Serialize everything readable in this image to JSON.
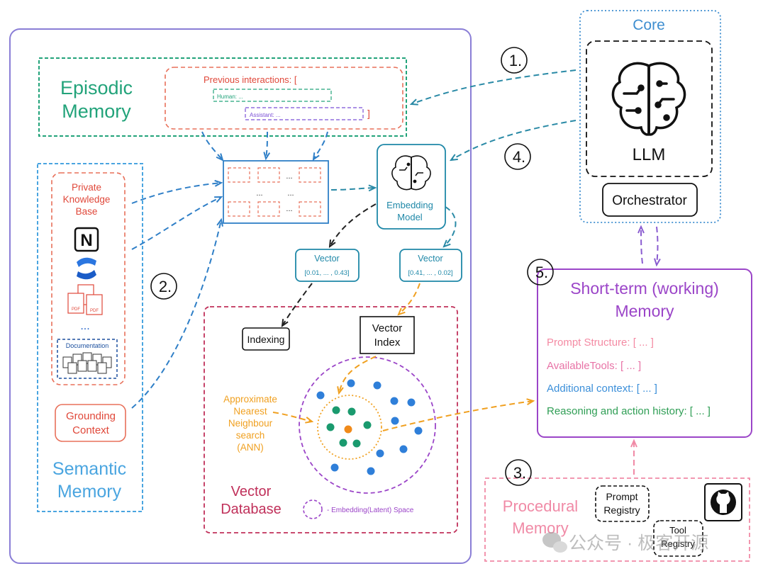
{
  "core": {
    "title": "Core",
    "llm_label": "LLM",
    "orchestrator_label": "Orchestrator"
  },
  "steps": [
    "1.",
    "2.",
    "3.",
    "4.",
    "5."
  ],
  "episodic": {
    "title_line1": "Episodic",
    "title_line2": "Memory",
    "prev_label": "Previous interactions: [",
    "human_label": "Human: ...",
    "assistant_label": "Assistant: ...",
    "close_bracket": "]"
  },
  "semantic": {
    "title_line1": "Semantic",
    "title_line2": "Memory",
    "private_kb_lines": [
      "Private",
      "Knowledge",
      "Base"
    ],
    "ellipsis": "...",
    "documentation_label": "Documentation",
    "grounding_lines": [
      "Grounding",
      "Context"
    ],
    "pdf_label": "PDF",
    "notion_glyph": "N"
  },
  "chunks": {
    "dots": "..."
  },
  "embedding": {
    "lines": [
      "Embedding",
      "Model"
    ]
  },
  "vectors": {
    "left": {
      "title": "Vector",
      "value": "[0.01, ... , 0.43]"
    },
    "right": {
      "title": "Vector",
      "value": "[0.41, ... , 0.02]"
    }
  },
  "vector_db": {
    "indexing_label": "Indexing",
    "vector_index_lines": [
      "Vector",
      "Index"
    ],
    "ann_lines": [
      "Approximate",
      "Nearest",
      "Neighbour",
      "search",
      "(ANN)"
    ],
    "title_line1": "Vector",
    "title_line2": "Database",
    "legend_label": "- Embedding(Latent) Space"
  },
  "short_term": {
    "title_line1": "Short-term (working)",
    "title_line2": "Memory",
    "items": [
      {
        "label": "Prompt Structure: [ ... ]",
        "color": "#f48aa3"
      },
      {
        "label": "AvailableTools: [ ... ]",
        "color": "#e873a6"
      },
      {
        "label": "Additional context: [ ... ]",
        "color": "#3b8fd9"
      },
      {
        "label": "Reasoning and action history: [ ... ]",
        "color": "#2f9e55"
      }
    ]
  },
  "procedural": {
    "title_line1": "Procedural",
    "title_line2": "Memory",
    "prompt_registry_lines": [
      "Prompt",
      "Registry"
    ],
    "tool_registry_lines": [
      "Tool",
      "Registry"
    ]
  },
  "watermark": {
    "text": "公众号 · 极客开源"
  },
  "colors": {
    "main_frame": "#8a7ed6",
    "episodic": "#22a37a",
    "semantic": "#4aa5e0",
    "private_kb": "#e8705a",
    "embedding": "#1f88a8",
    "vector_db": "#c0305a",
    "ann": "#f0a020",
    "latent": "#9b45c8",
    "short_term": "#9b45c8",
    "procedural": "#f08aa6",
    "core": "#3e8ed0",
    "arrow_blue": "#2f7fc7",
    "arrow_teal": "#2a8aa6"
  }
}
